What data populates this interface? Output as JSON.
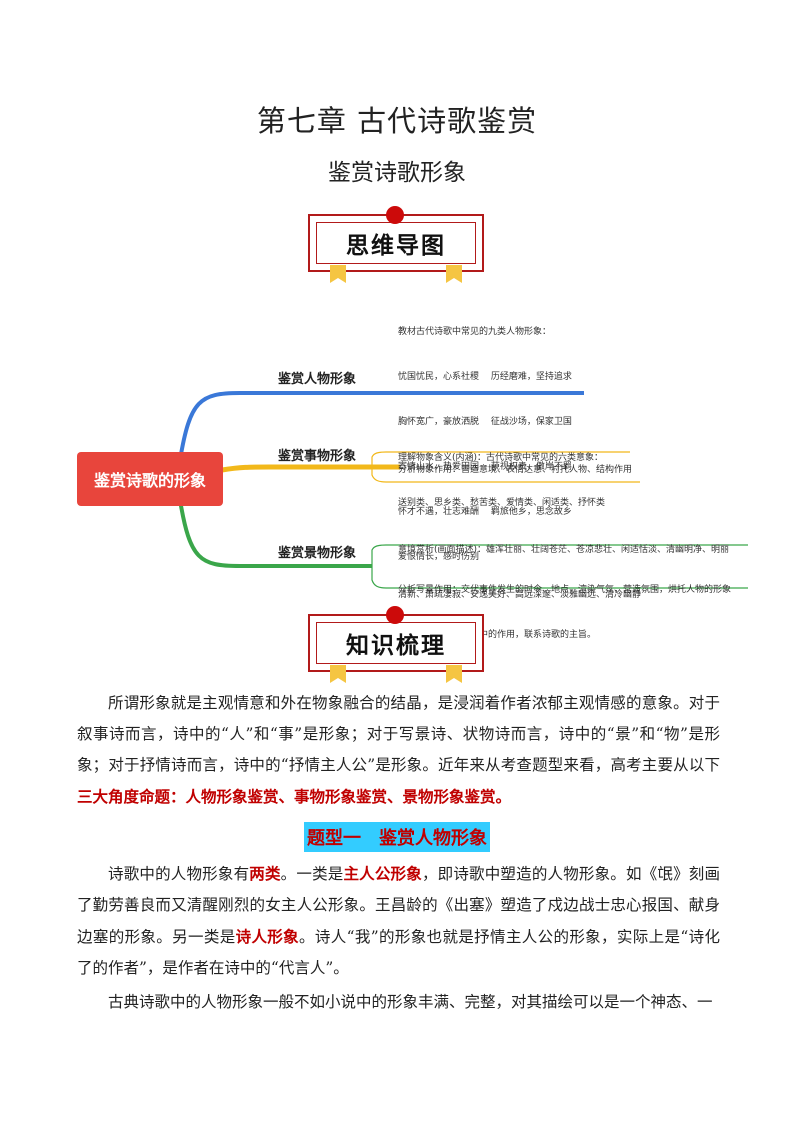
{
  "header": {
    "title": "第七章  古代诗歌鉴赏",
    "subtitle": "鉴赏诗歌形象"
  },
  "banners": {
    "mindmap": "思维导图",
    "knowledge": "知识梳理"
  },
  "mindmap": {
    "central": "鉴赏诗歌的形象",
    "branches": [
      {
        "label": "鉴赏人物形象",
        "color": "#3a78d8",
        "notes": [
          "教材古代诗歌中常见的九类人物形象：",
          "忧国忧民，心系社稷　 历经磨难，坚持追求",
          "胸怀宽广，豪放洒脱　 征战沙场，保家卫国",
          "寄情山水，热爱田园　 藐视权贵，傲岸不羁",
          "怀才不遇，壮志难酬　 羁旅他乡，思念故乡",
          "爱恨情长，感时伤别"
        ]
      },
      {
        "label": "鉴赏事物形象",
        "color": "#f2b81a",
        "notes": [
          "理解物象含义(内涵)：古代诗歌中常见的六类意象：",
          "送别类、思乡类、愁苦类、爱情类、闲适类、抒怀类"
        ],
        "sub_note": "分析物象作用：营造意境、表情达意、衬托人物、结构作用"
      },
      {
        "label": "鉴赏景物形象",
        "color": "#3aa64a",
        "notes": [
          "意境赏析(画面描述)：雄浑壮丽、壮阔苍茫、苍凉悲壮、闲适恬淡、清幽明净、明丽",
          "清新、萧疏凄寂、安逸美好、高远深邃、淡雅幽远、清冷幽静"
        ],
        "sub_note_lines": [
          "分析写景作用：交代事件发生的时令、地点，渲染气氛，营造氛围，烘托人物的形象",
          "或心理，在情节结构中的作用，联系诗歌的主旨。"
        ]
      }
    ]
  },
  "body": {
    "para1": {
      "text": "所谓形象就是主观情意和外在物象融合的结晶，是浸润着作者浓郁主观情感的意象。对于叙事诗而言，诗中的“人”和“事”是形象；对于写景诗、状物诗而言，诗中的“景”和“物”是形象；对于抒情诗而言，诗中的“抒情主人公”是形象。近年来从考查题型来看，高考主要从以下",
      "emph": "三大角度命题：人物形象鉴赏、事物形象鉴赏、景物形象鉴赏。"
    },
    "section_heading": "题型一　鉴赏人物形象",
    "para2": {
      "t1": "诗歌中的人物形象有",
      "e1": "两类",
      "t2": "。一类是",
      "e2": "主人公形象",
      "t3": "，即诗歌中塑造的人物形象。如《氓》刻画了勤劳善良而又清醒刚烈的女主人公形象。王昌龄的《出塞》塑造了戍边战士忠心报国、献身边塞的形象。另一类是",
      "e3": "诗人形象",
      "t4": "。诗人“我”的形象也就是抒情主人公的形象，实际上是“诗化了的作者”，是作者在诗中的“代言人”。"
    },
    "para3": "古典诗歌中的人物形象一般不如小说中的形象丰满、完整，对其描绘可以是一个神态、一"
  }
}
